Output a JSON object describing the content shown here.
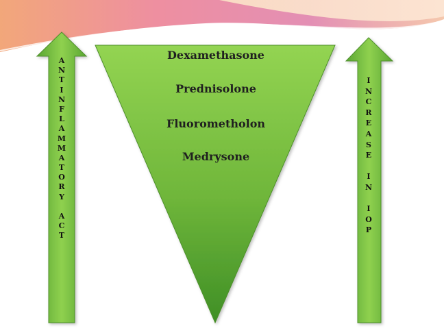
{
  "slide": {
    "drugs": [
      "Dexamethasone",
      "Prednisolone",
      "Fluorometholon",
      "Medrysone"
    ],
    "left_arrow_label": "ANTINFLAMMATORY ACT",
    "right_arrow_label": "INCREASE IN IOP"
  },
  "colors": {
    "green_light": "#8fd14f",
    "green_dark": "#3f8f26",
    "banner_pink": "#e8869c",
    "banner_peach": "#f8c9a8"
  }
}
